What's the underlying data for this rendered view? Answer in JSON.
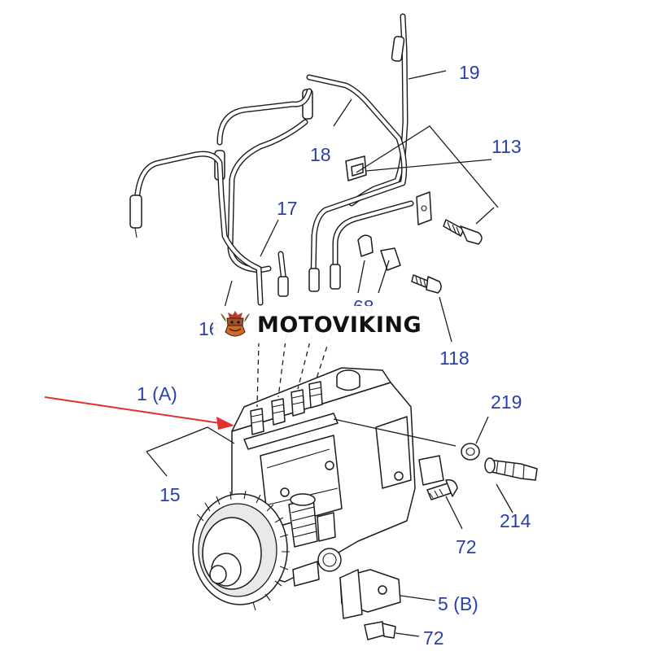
{
  "diagram": {
    "callouts": {
      "c19": "19",
      "c18": "18",
      "c113": "113",
      "c17": "17",
      "c16": "16",
      "c68": "68",
      "c118": "118",
      "c1a": "1 (A)",
      "c219": "219",
      "c15": "15",
      "c214": "214",
      "c72a": "72",
      "c5b": "5 (B)",
      "c72b": "72"
    }
  },
  "watermark": {
    "brand": "MOTOVIKING"
  },
  "colors": {
    "callout_text": "#2b3fa8",
    "arrow": "#e0312e",
    "line_art": "#1c1c1c"
  }
}
